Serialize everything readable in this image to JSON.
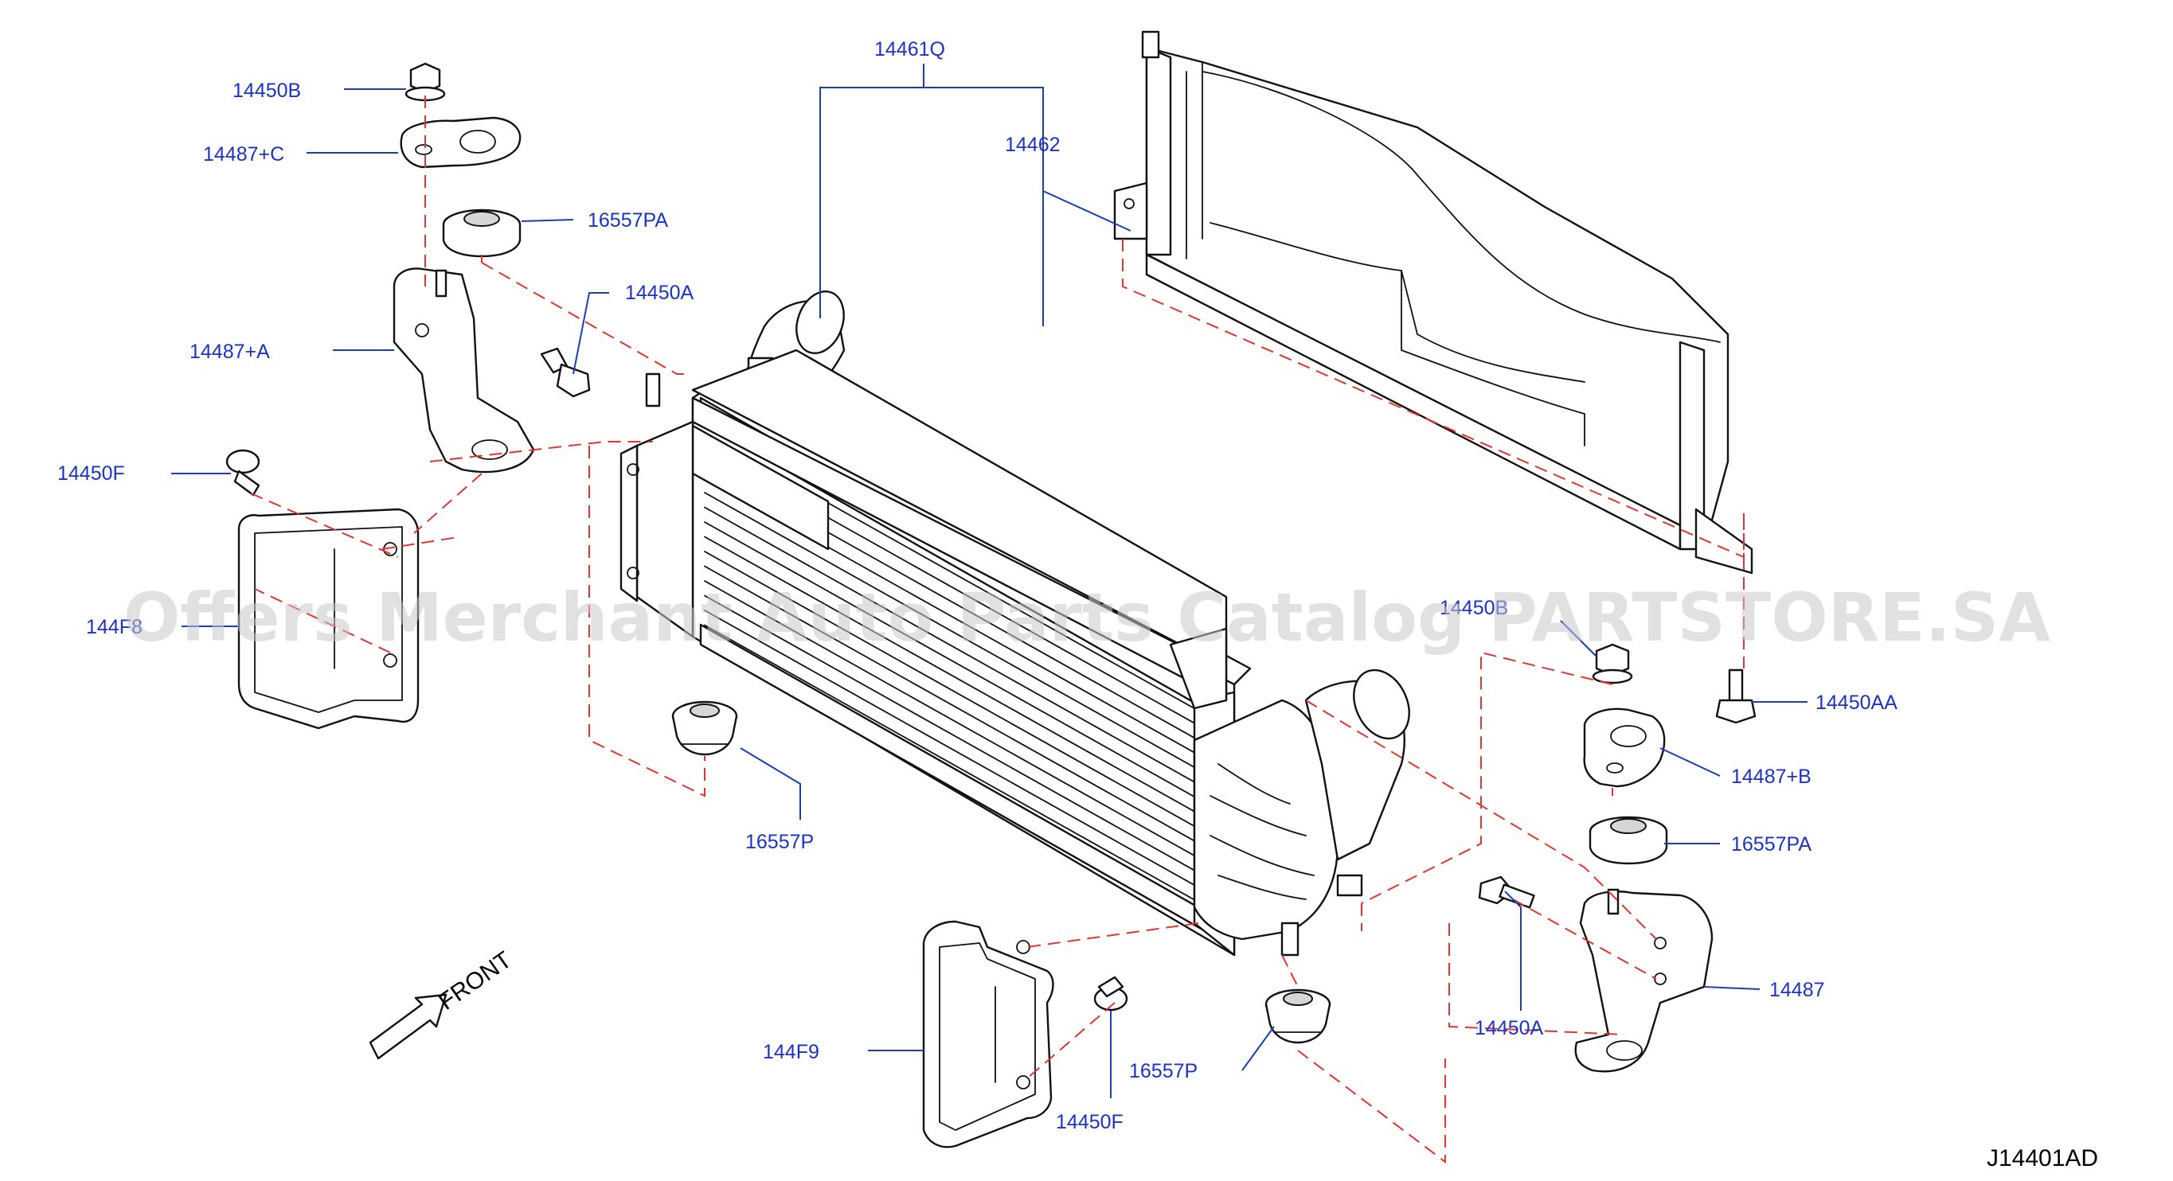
{
  "diagram": {
    "drawing_code": "J14401AD",
    "front_label": "FRONT",
    "watermark": "Offers Merchant Auto Parts Catalog PARTSTORE.SA",
    "colors": {
      "callout": "#1a33c4",
      "guide": "#e3342f",
      "line": "#111111"
    },
    "callouts": [
      {
        "id": "14461Q",
        "label": "14461Q"
      },
      {
        "id": "14462",
        "label": "14462"
      },
      {
        "id": "14450B-top",
        "label": "14450B"
      },
      {
        "id": "14487C",
        "label": "14487+C"
      },
      {
        "id": "16557PA-top",
        "label": "16557PA"
      },
      {
        "id": "14450A-top",
        "label": "14450A"
      },
      {
        "id": "14487A",
        "label": "14487+A"
      },
      {
        "id": "14450F-left",
        "label": "14450F"
      },
      {
        "id": "144F8",
        "label": "144F8"
      },
      {
        "id": "16557P-left",
        "label": "16557P"
      },
      {
        "id": "14450B-right",
        "label": "14450B"
      },
      {
        "id": "14450AA",
        "label": "14450AA"
      },
      {
        "id": "14487B",
        "label": "14487+B"
      },
      {
        "id": "16557PA-right",
        "label": "16557PA"
      },
      {
        "id": "14487",
        "label": "14487"
      },
      {
        "id": "14450A-bottom",
        "label": "14450A"
      },
      {
        "id": "144F9",
        "label": "144F9"
      },
      {
        "id": "14450F-bottom",
        "label": "14450F"
      },
      {
        "id": "16557P-bottom",
        "label": "16557P"
      }
    ]
  }
}
